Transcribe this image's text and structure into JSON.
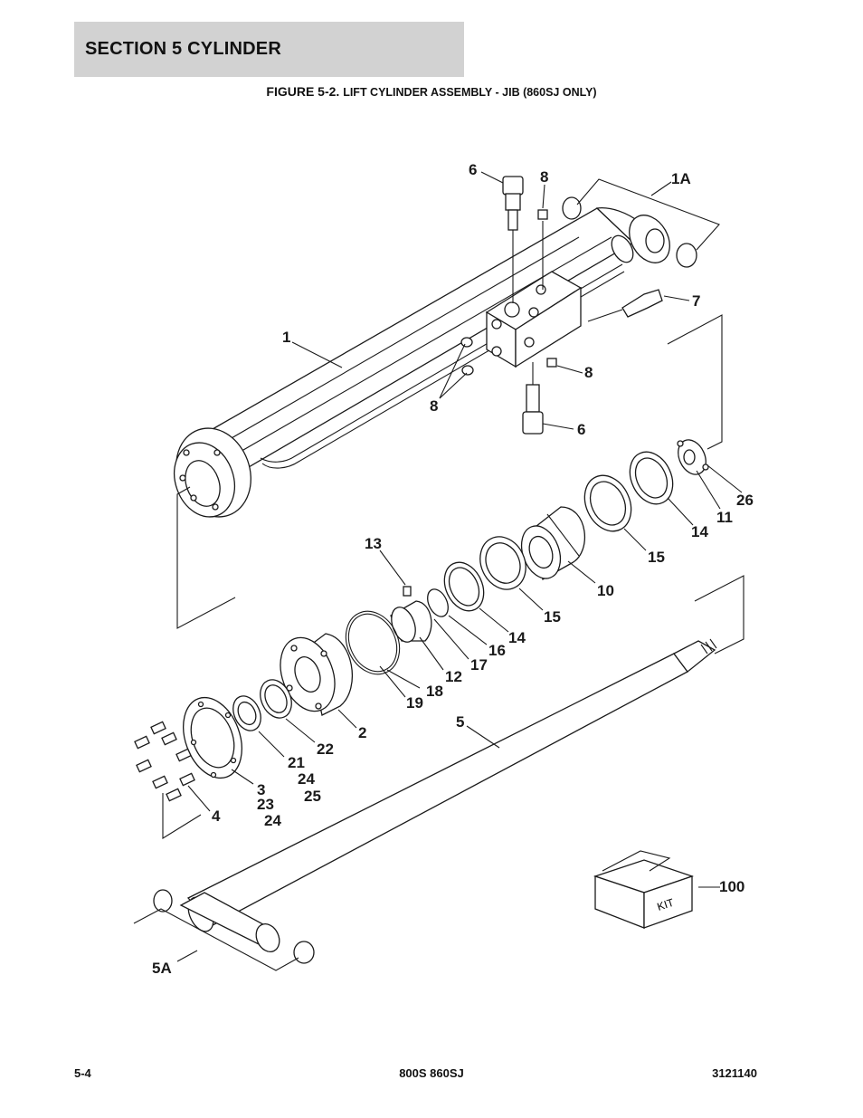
{
  "header": {
    "section_label": "SECTION 5   CYLINDER",
    "figure_number": "FIGURE 5-2.",
    "figure_title": "LIFT CYLINDER ASSEMBLY - JIB (860SJ ONLY)"
  },
  "callouts": {
    "c6a": "6",
    "c8a": "8",
    "c1A": "1A",
    "c7": "7",
    "c1": "1",
    "c8b": "8",
    "c8c": "8",
    "c6b": "6",
    "c26": "26",
    "c11": "11",
    "c14a": "14",
    "c15a": "15",
    "c10": "10",
    "c13": "13",
    "c15b": "15",
    "c14b": "14",
    "c16": "16",
    "c17": "17",
    "c12": "12",
    "c18": "18",
    "c19": "19",
    "c2": "2",
    "c5": "5",
    "c22": "22",
    "c21": "21",
    "c24a": "24",
    "c25": "25",
    "c3": "3",
    "c23": "23",
    "c24b": "24",
    "c4": "4",
    "c100": "100",
    "c5A": "5A",
    "kit_box_label": "KIT"
  },
  "footer": {
    "page_number": "5-4",
    "model": "800S 860SJ",
    "doc_number": "3121140"
  }
}
